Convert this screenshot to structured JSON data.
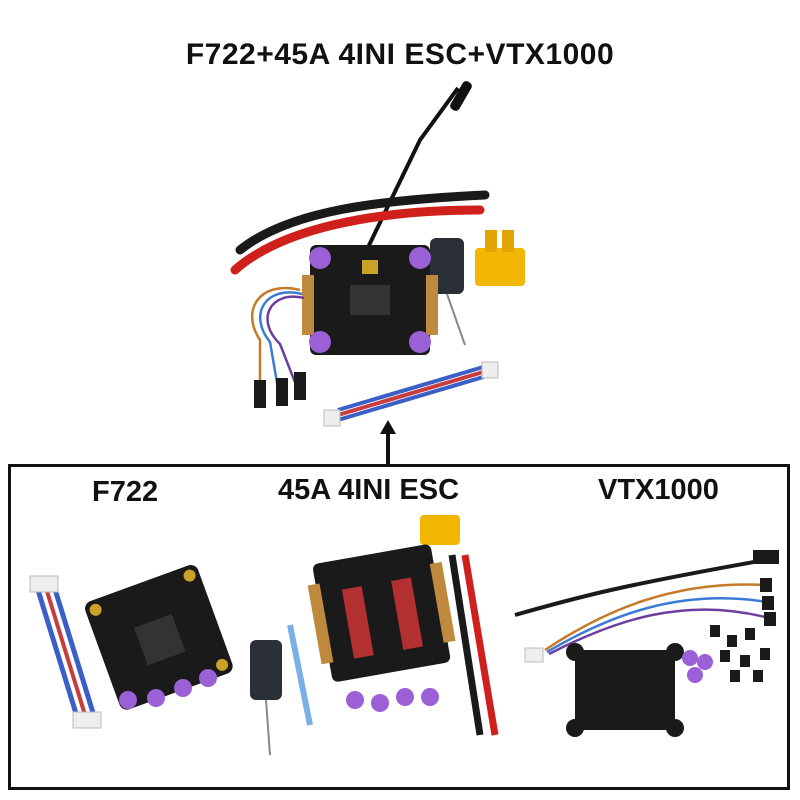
{
  "title": "F722+45A 4INI ESC+VTX1000",
  "components": {
    "fc": {
      "label": "F722"
    },
    "esc": {
      "label": "45A 4INI ESC"
    },
    "vtx": {
      "label": "VTX1000"
    }
  },
  "colors": {
    "board": "#1a1a1a",
    "standoff": "#9b5fd6",
    "wire_red": "#d0201c",
    "wire_black": "#1a1a1a",
    "xt60": "#f2b705",
    "frame": "#111111"
  }
}
